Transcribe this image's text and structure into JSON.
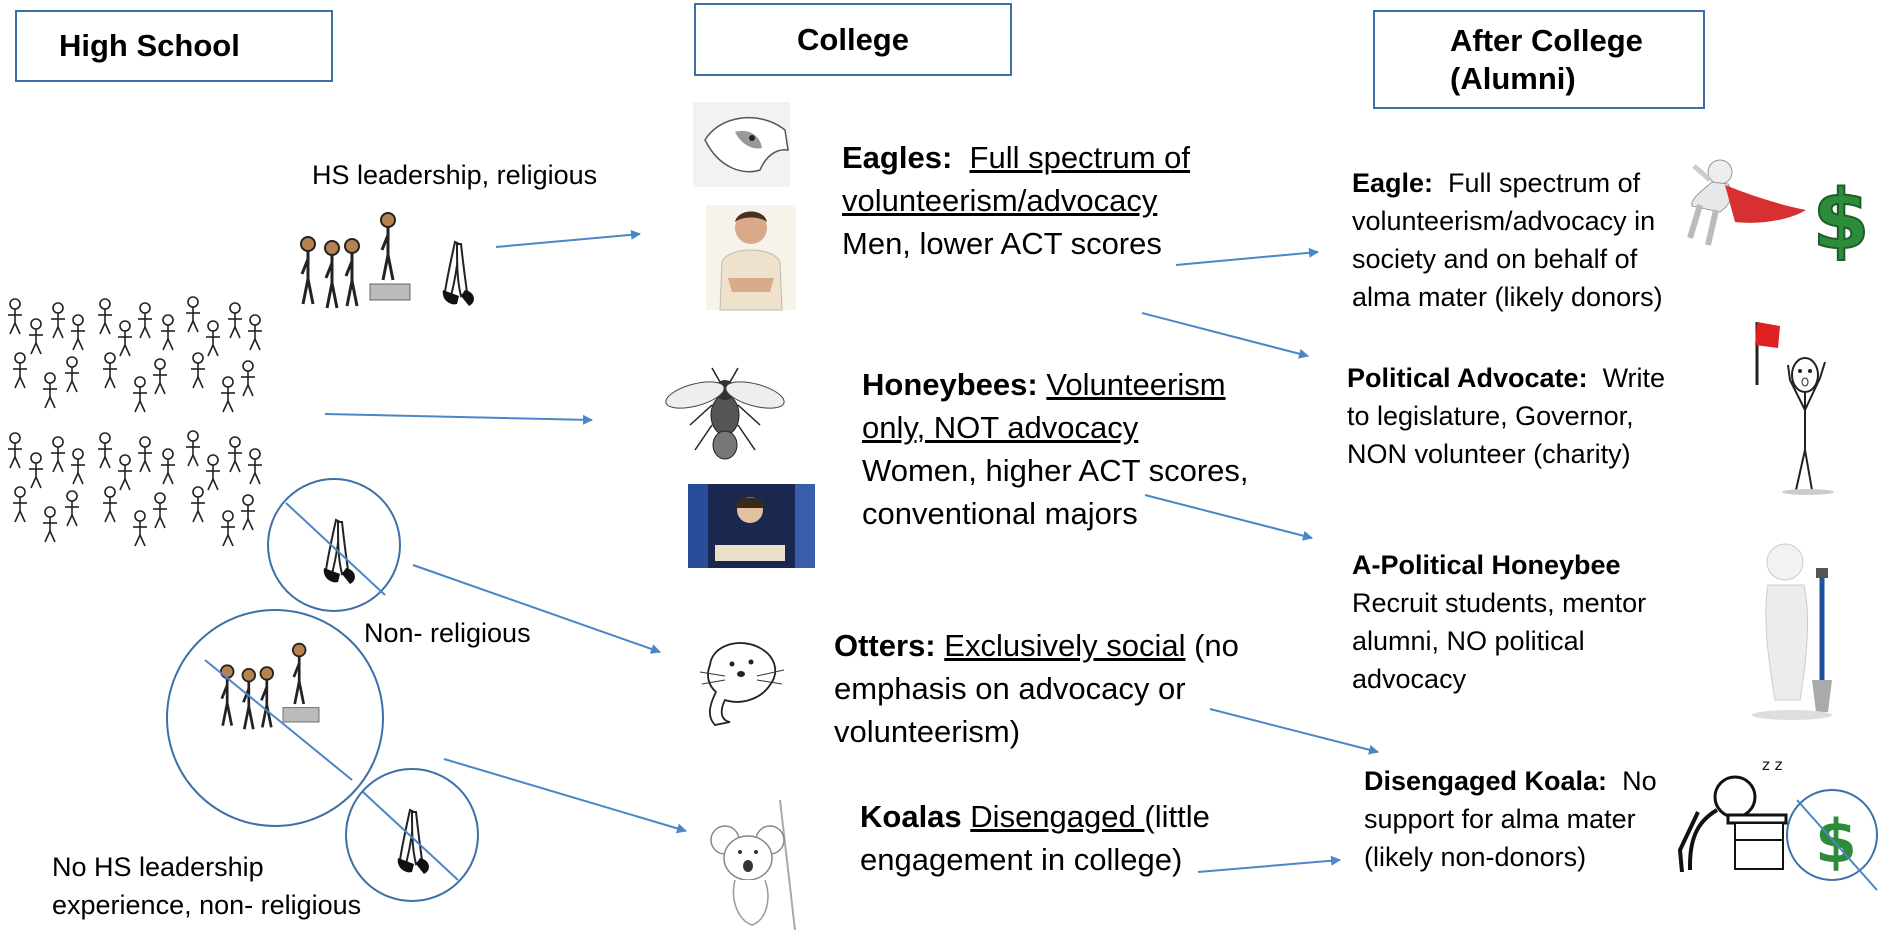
{
  "headers": {
    "high_school": "High School",
    "college": "College",
    "after_college_line1": "After College",
    "after_college_line2": "(Alumni)"
  },
  "high_school": {
    "leadership_religious": "HS leadership, religious",
    "non_religious": "Non- religious",
    "no_leadership_line1": "No HS leadership",
    "no_leadership_line2": "experience, non- religious"
  },
  "college": {
    "eagles": {
      "name": "Eagles:",
      "desc_underlined_1": "Full spectrum of",
      "desc_underlined_2": "volunteerism/advocacy",
      "demographics": "Men, lower ACT scores"
    },
    "honeybees": {
      "name": "Honeybees:",
      "desc_underlined_1": "Volunteerism",
      "desc_underlined_2": "only, NOT advocacy",
      "demographics_1": "Women, higher ACT scores,",
      "demographics_2": "conventional majors"
    },
    "otters": {
      "name": "Otters:",
      "desc_underlined": "Exclusively social",
      "desc_rest_1": " (no",
      "desc_rest_2": "emphasis on advocacy or",
      "desc_rest_3": "volunteerism)"
    },
    "koalas": {
      "name": "Koalas",
      "desc_underlined": "Disengaged ",
      "desc_rest_1": "(little",
      "desc_rest_2": "engagement in college)"
    }
  },
  "alumni": {
    "eagle": {
      "name": "Eagle:",
      "line1": "  Full spectrum of",
      "line2": "volunteerism/advocacy in",
      "line3": "society and on behalf of",
      "line4": "alma mater (likely donors)"
    },
    "political_advocate": {
      "name": "Political Advocate:",
      "line1": "  Write",
      "line2": "to legislature, Governor,",
      "line3": "NON volunteer (charity)"
    },
    "apolitical_honeybee": {
      "name": "A-Political Honeybee",
      "line1": "Recruit students, mentor",
      "line2": "alumni, NO political",
      "line3": "advocacy"
    },
    "disengaged_koala": {
      "name": "Disengaged Koala:",
      "line1": "  No",
      "line2": "support for alma mater",
      "line3": "(likely non-donors)"
    }
  },
  "icons": {
    "dollar_sign": "$",
    "sleep_symbol": "z z",
    "colors": {
      "arrow": "#4a86c8",
      "border": "#3f6fa8",
      "dollar": "#2e8b3a",
      "cape": "#d83030"
    }
  }
}
